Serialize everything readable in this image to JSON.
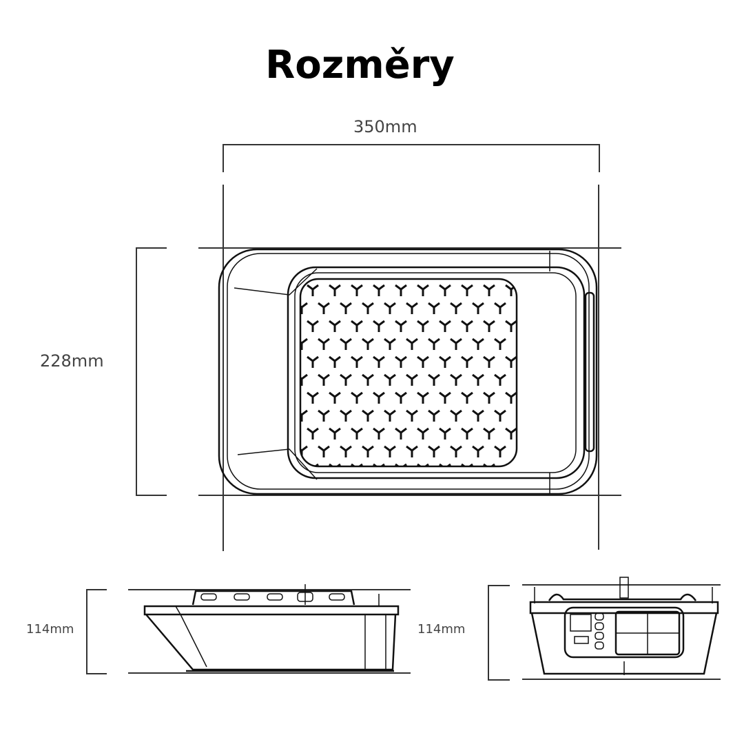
{
  "title": "Rozměry",
  "dimensions": {
    "width": "350mm",
    "depth": "228mm",
    "height_side": "114mm",
    "height_front": "114mm"
  }
}
